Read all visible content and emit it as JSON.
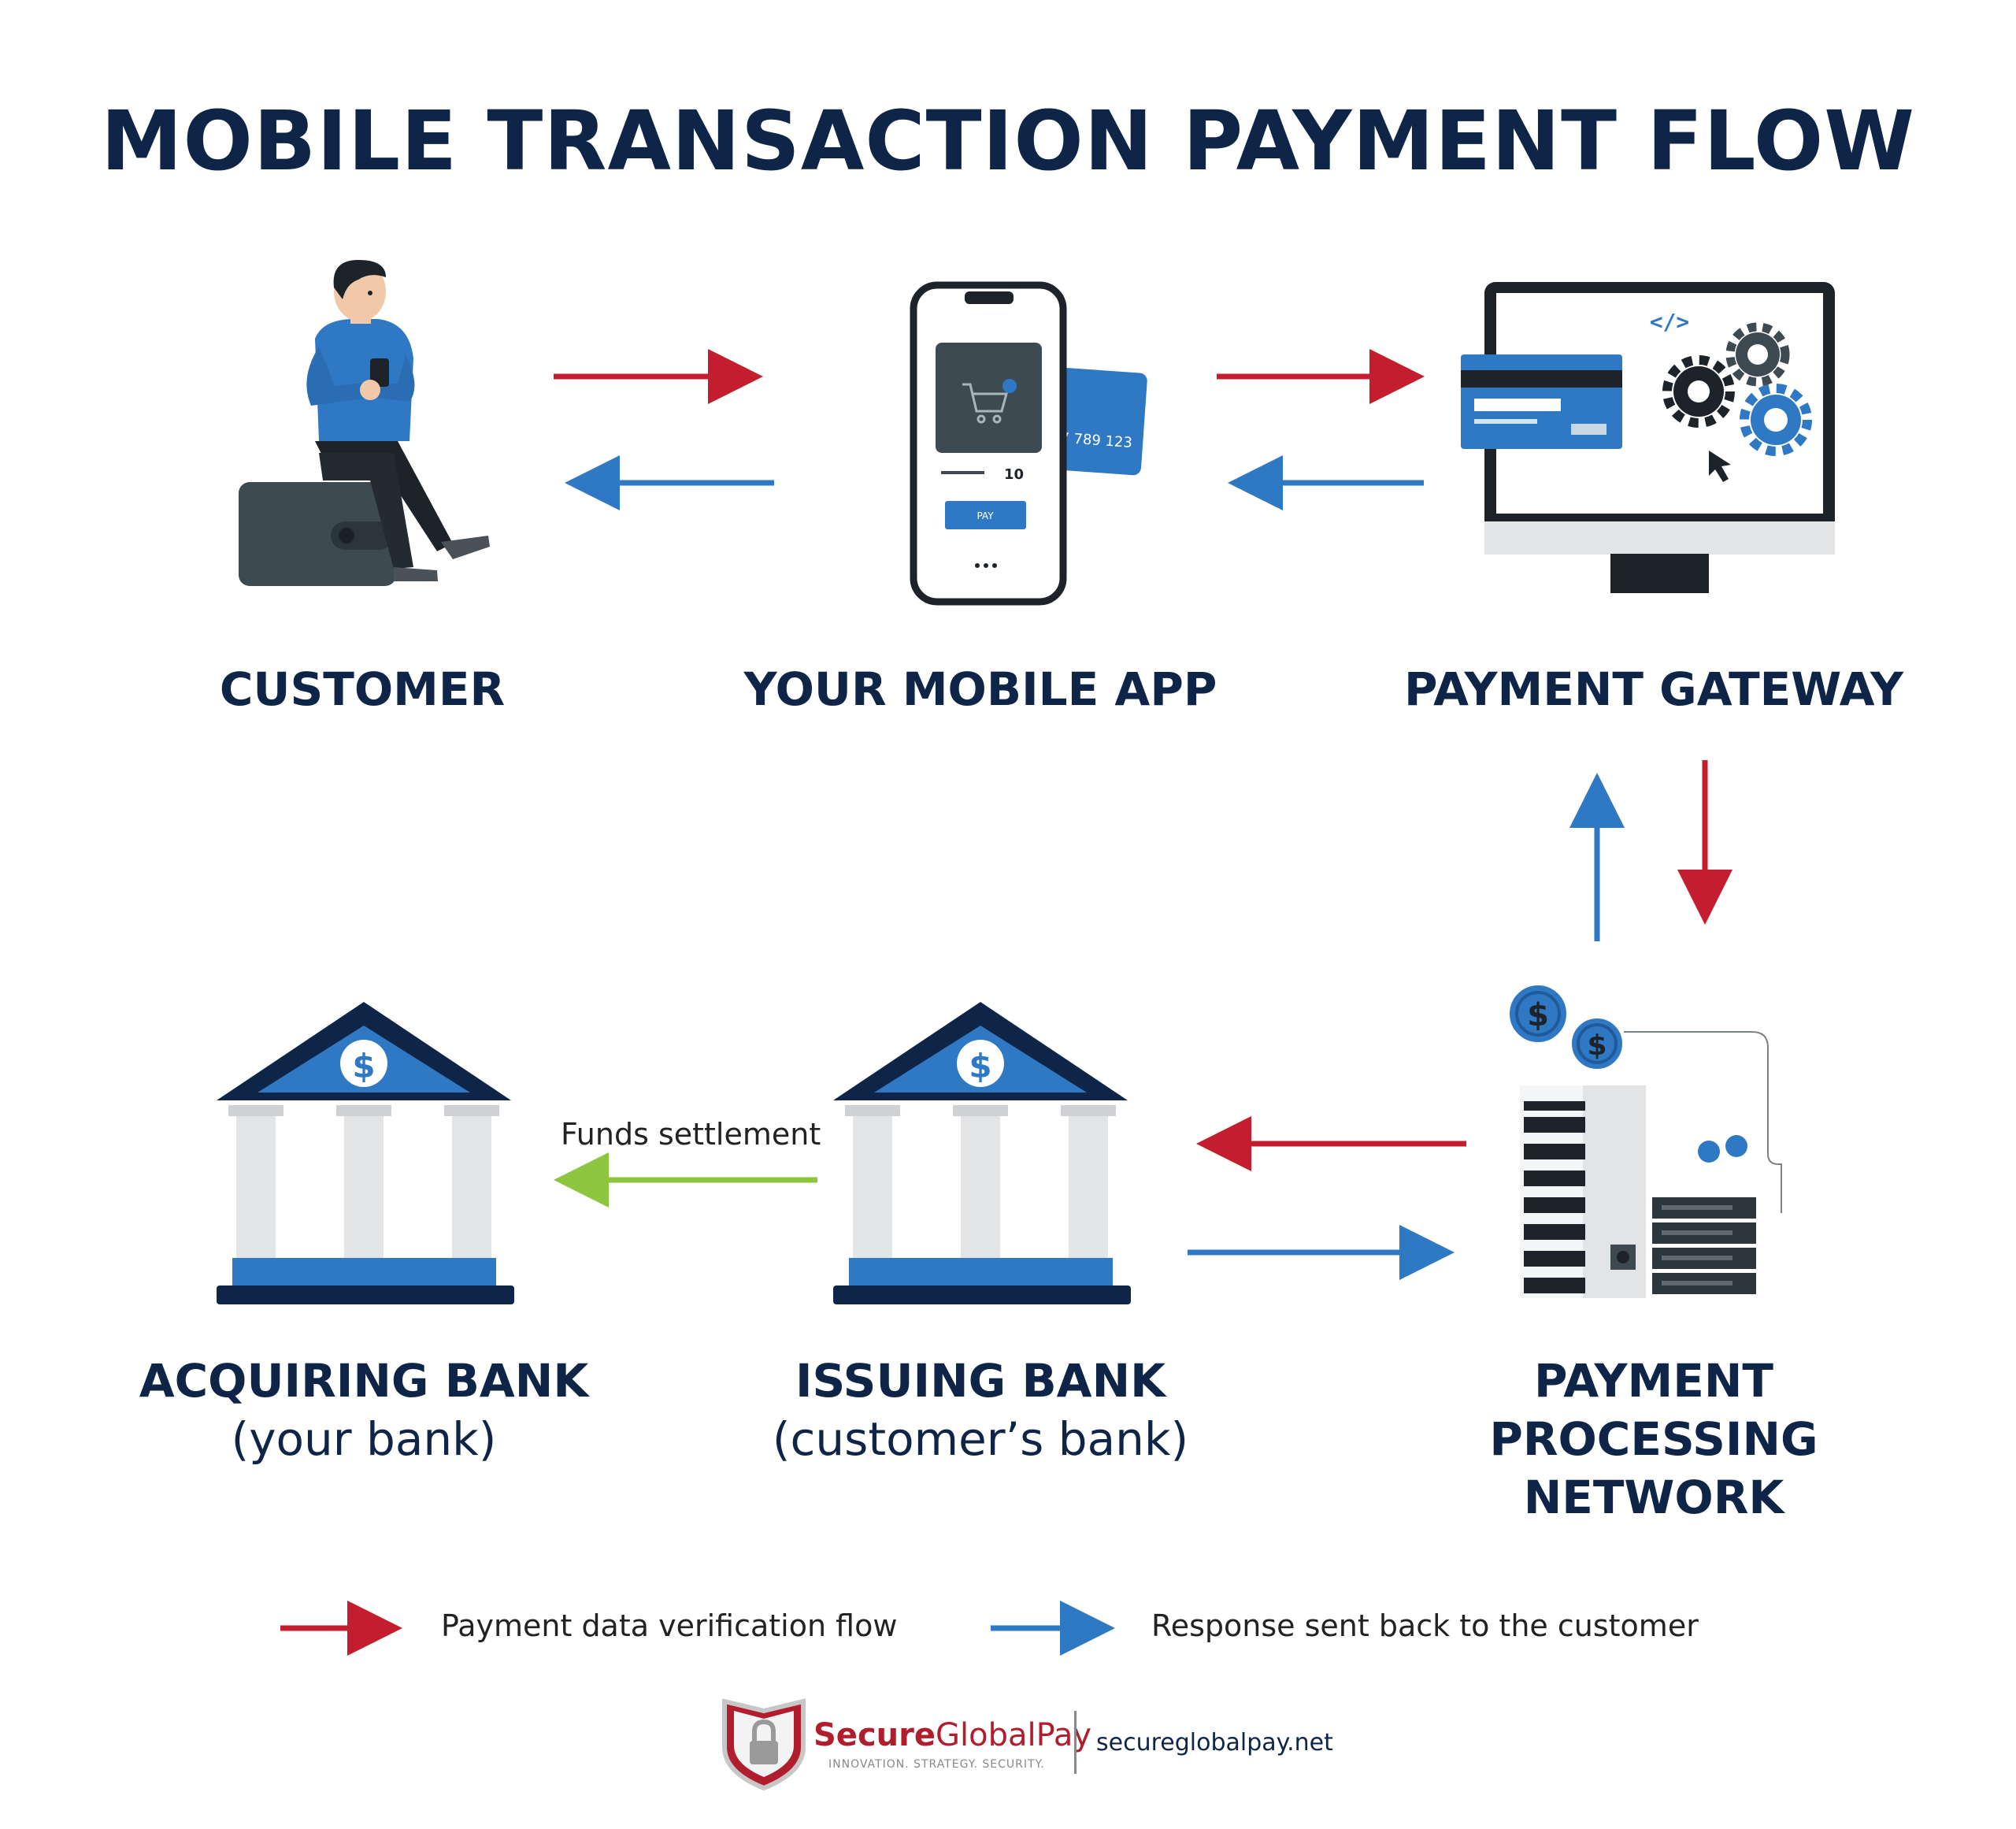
{
  "title": "MOBILE TRANSACTION PAYMENT FLOW",
  "nodes": {
    "customer": {
      "label": "CUSTOMER"
    },
    "mobile_app": {
      "label": "YOUR MOBILE APP",
      "screen_amount": "10",
      "screen_button": "PAY",
      "card_number": "7 789 123"
    },
    "payment_gateway": {
      "label": "PAYMENT GATEWAY",
      "code_symbol": "</>"
    },
    "payment_network": {
      "label_lines": [
        "PAYMENT",
        "PROCESSING",
        "NETWORK"
      ]
    },
    "issuing_bank": {
      "label": "ISSUING BANK",
      "sublabel": "(customer’s bank)",
      "symbol": "$"
    },
    "acquiring_bank": {
      "label": "ACQUIRING BANK",
      "sublabel": "(your bank)",
      "symbol": "$"
    }
  },
  "edges": {
    "funds_settlement": "Funds settlement"
  },
  "legend": {
    "red": {
      "label": "Payment data verification flow",
      "color": "#c41d30"
    },
    "blue": {
      "label": "Response sent back to the customer",
      "color": "#2f78c3"
    },
    "green_color": "#8cc63f"
  },
  "colors": {
    "navy": "#0f2547",
    "blue": "#2f78c3",
    "red": "#c41d30"
  },
  "footer": {
    "brand_part1": "Secure",
    "brand_part2": "GlobalPay",
    "tagline": "INNOVATION. STRATEGY. SECURITY.",
    "url": "secureglobalpay.net"
  }
}
